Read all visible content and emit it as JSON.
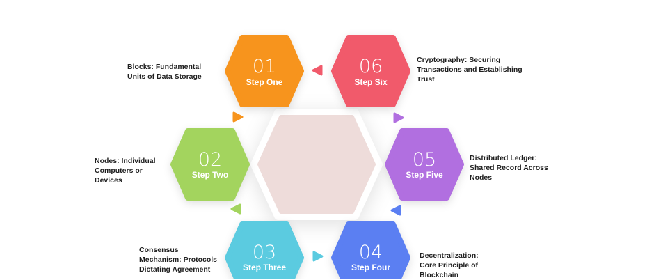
{
  "colors": {
    "step1": "#F7941D",
    "step2": "#A3D45E",
    "step3": "#5BCBE0",
    "step4": "#5B7FF2",
    "step5": "#B16FE0",
    "step6": "#F15A6B",
    "center": "#EEDCDA"
  },
  "steps": [
    {
      "number": "01",
      "label": "Step One",
      "description": "Blocks: Fundamental Units of Data Storage"
    },
    {
      "number": "02",
      "label": "Step Two",
      "description": "Nodes: Individual Computers or Devices"
    },
    {
      "number": "03",
      "label": "Step Three",
      "description": "Consensus Mechanism: Protocols Dictating Agreement"
    },
    {
      "number": "04",
      "label": "Step Four",
      "description": "Decentralization: Core Principle of Blockchain"
    },
    {
      "number": "05",
      "label": "Step Five",
      "description": "Distributed Ledger: Shared Record Across Nodes"
    },
    {
      "number": "06",
      "label": "Step Six",
      "description": "Cryptography: Securing Transactions and Establishing Trust"
    }
  ]
}
